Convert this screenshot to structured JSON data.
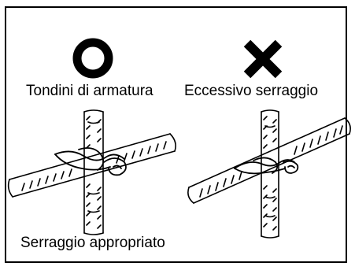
{
  "labels": {
    "correct_caption": "Tondini di armatura",
    "incorrect_caption": "Eccessivo serraggio",
    "bottom_caption": "Serraggio appropriato"
  },
  "marks": {
    "correct_symbol": "circle-o-icon",
    "incorrect_symbol": "cross-x-icon"
  },
  "colors": {
    "ink": "#000000",
    "background": "#ffffff"
  }
}
